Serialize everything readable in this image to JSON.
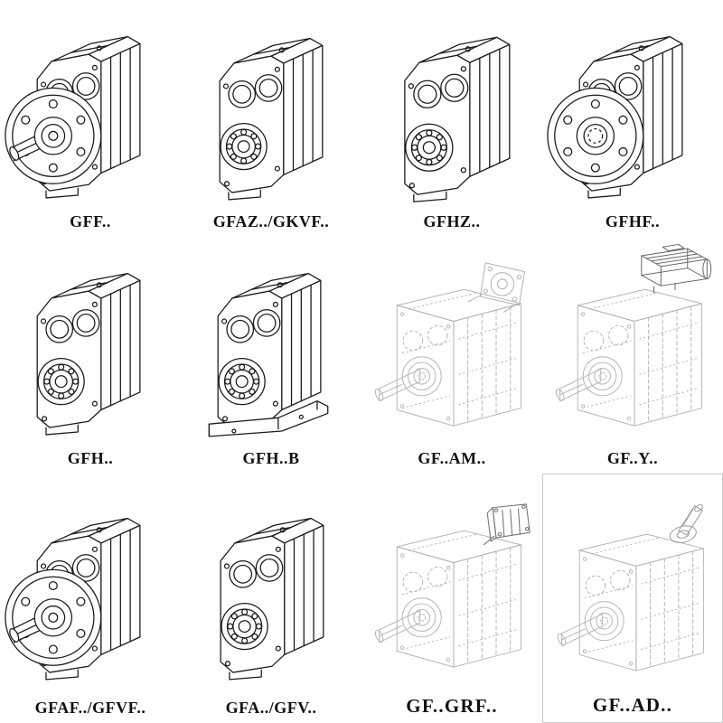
{
  "catalog": {
    "rows": 3,
    "columns": 4,
    "items": [
      {
        "label": "GFF..",
        "drawing": "flange-mounted-gearbox-with-output-shaft"
      },
      {
        "label": "GFAZ../GKVF..",
        "drawing": "shaft-mounted-gearbox"
      },
      {
        "label": "GFHZ..",
        "drawing": "hollow-shaft-gearbox"
      },
      {
        "label": "GFHF..",
        "drawing": "flange-mounted-hollow-shaft-gearbox"
      },
      {
        "label": "GFH..",
        "drawing": "hollow-shaft-gearbox"
      },
      {
        "label": "GFH..B",
        "drawing": "hollow-shaft-gearbox-with-base"
      },
      {
        "label": "GF..AM..",
        "drawing": "phantom-gearbox-with-iec-adapter-flange"
      },
      {
        "label": "GF..Y..",
        "drawing": "phantom-gearbox-with-motor"
      },
      {
        "label": "GFAF../GFVF..",
        "drawing": "flange-mounted-gearbox-with-output-shaft"
      },
      {
        "label": "GFA../GFV..",
        "drawing": "shaft-mounted-gearbox"
      },
      {
        "label": "GF..GRF..",
        "drawing": "phantom-gearbox-with-input-adapter"
      },
      {
        "label": "GF..AD..",
        "drawing": "phantom-gearbox-with-input-shaft"
      }
    ],
    "colors": {
      "line": "#1b1b1b",
      "phantom": "#b5b5b5",
      "accent": "#666666"
    }
  }
}
